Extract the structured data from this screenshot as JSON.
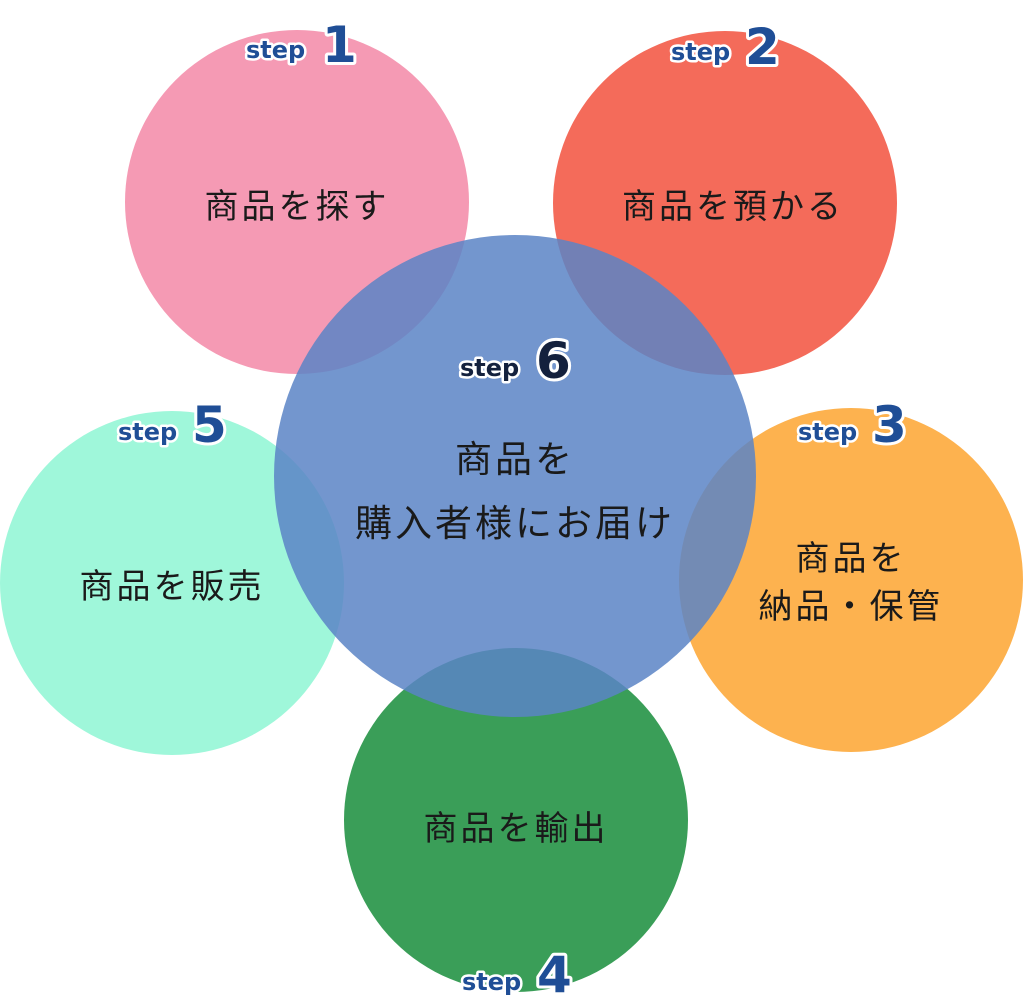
{
  "steps": {
    "s1": {
      "step": "step",
      "num": "1",
      "lines": [
        "商品を探す"
      ],
      "color": "#f59ab4"
    },
    "s2": {
      "step": "step",
      "num": "2",
      "lines": [
        "商品を預かる"
      ],
      "color": "#f46b5a"
    },
    "s3": {
      "step": "step",
      "num": "3",
      "lines": [
        "商品を",
        "納品・保管"
      ],
      "color": "#fdb24f"
    },
    "s4": {
      "step": "step",
      "num": "4",
      "lines": [
        "商品を輸出"
      ],
      "color": "#3a9e58"
    },
    "s5": {
      "step": "step",
      "num": "5",
      "lines": [
        "商品を販売"
      ],
      "color": "#9ff7da"
    },
    "s6": {
      "step": "step",
      "num": "6",
      "lines": [
        "商品を",
        "購入者様にお届け"
      ],
      "color": "#5a84c6"
    }
  }
}
